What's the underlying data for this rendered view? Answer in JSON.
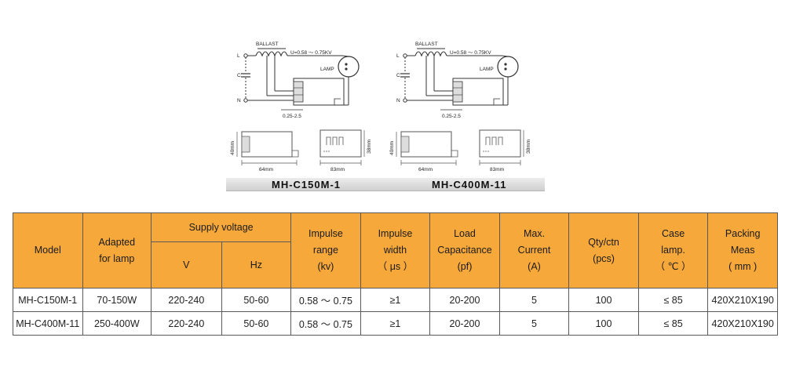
{
  "diagram_labels": {
    "ballast": "BALLAST",
    "voltage": "U=0.58 ～ 0.75KV",
    "lamp": "LAMP",
    "line": "L",
    "neutral": "N",
    "capacitor": "C",
    "wire_gauge": "0.25-2.5",
    "height_left": "40mm",
    "width_left": "64mm",
    "height_right": "38mm",
    "width_right": "83mm"
  },
  "captions": [
    "MH-C150M-1",
    "MH-C400M-11"
  ],
  "table": {
    "headers": {
      "model": "Model",
      "adapted": [
        "Adapted",
        "for lamp"
      ],
      "supply": "Supply voltage",
      "v": "V",
      "hz": "Hz",
      "impulse_range": [
        "Impulse",
        "range",
        "(kv)"
      ],
      "impulse_width": [
        "Impulse",
        "width",
        "（ μs ）"
      ],
      "load_cap": [
        "Load",
        "Capacitance",
        "(pf)"
      ],
      "max_current": [
        "Max.",
        "Current",
        "(A)"
      ],
      "qty": [
        "Qty/ctn",
        "(pcs)"
      ],
      "case_temp": [
        "Case",
        "lamp.",
        "（ ℃ ）"
      ],
      "packing": [
        "Packing",
        "Meas",
        "( mm )"
      ]
    },
    "rows": [
      [
        "MH-C150M-1",
        "70-150W",
        "220-240",
        "50-60",
        "0.58 ～ 0.75",
        "≥1",
        "20-200",
        "5",
        "100",
        "≤ 85",
        "420X210X190"
      ],
      [
        "MH-C400M-11",
        "250-400W",
        "220-240",
        "50-60",
        "0.58 ～ 0.75",
        "≥1",
        "20-200",
        "5",
        "100",
        "≤ 85",
        "420X210X190"
      ]
    ]
  }
}
